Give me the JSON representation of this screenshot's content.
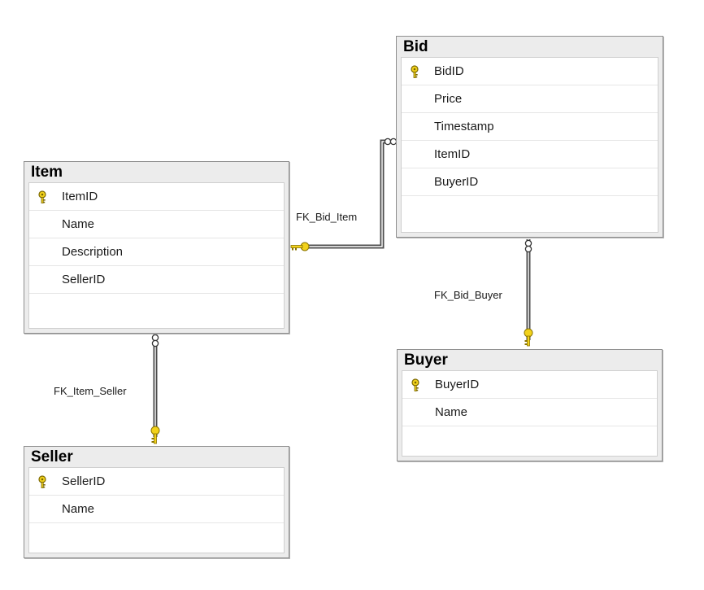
{
  "tables": {
    "bid": {
      "name": "Bid",
      "columns": [
        "BidID",
        "Price",
        "Timestamp",
        "ItemID",
        "BuyerID"
      ],
      "primary_key": "BidID"
    },
    "item": {
      "name": "Item",
      "columns": [
        "ItemID",
        "Name",
        "Description",
        "SellerID"
      ],
      "primary_key": "ItemID"
    },
    "buyer": {
      "name": "Buyer",
      "columns": [
        "BuyerID",
        "Name"
      ],
      "primary_key": "BuyerID"
    },
    "seller": {
      "name": "Seller",
      "columns": [
        "SellerID",
        "Name"
      ],
      "primary_key": "SellerID"
    }
  },
  "relationships": {
    "fk_bid_item": {
      "name": "FK_Bid_Item",
      "from": "Bid",
      "to": "Item"
    },
    "fk_bid_buyer": {
      "name": "FK_Bid_Buyer",
      "from": "Bid",
      "to": "Buyer"
    },
    "fk_item_seller": {
      "name": "FK_Item_Seller",
      "from": "Item",
      "to": "Seller"
    }
  },
  "colors": {
    "key_icon": "#f2d21b",
    "connector": "#4d4d4d",
    "table_bg": "#ececec"
  },
  "icons": {
    "primary_key": "key-icon",
    "many_end": "infinity-icon"
  }
}
